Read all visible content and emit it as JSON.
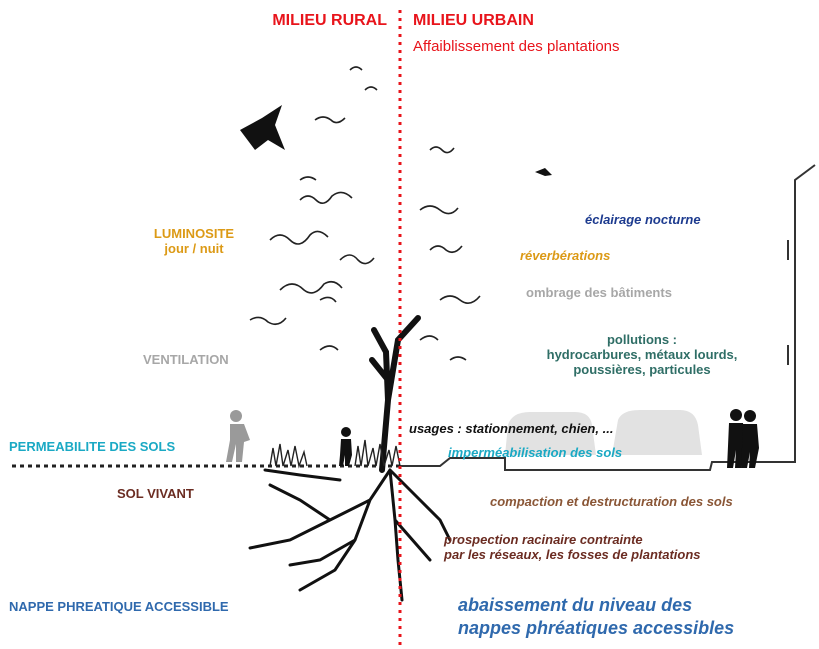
{
  "header": {
    "rural": "MILIEU RURAL",
    "urbain": "MILIEU URBAIN",
    "subtitle": "Affaiblissement des plantations"
  },
  "rural_labels": {
    "luminosite": "LUMINOSITE",
    "jour_nuit": "jour / nuit",
    "ventilation": "VENTILATION",
    "permeabilite": "PERMEABILITE DES SOLS",
    "sol_vivant": "SOL VIVANT",
    "nappe": "NAPPE PHREATIQUE ACCESSIBLE"
  },
  "urban_labels": {
    "eclairage": "éclairage nocturne",
    "reverberations": "réverbérations",
    "ombrage": "ombrage des bâtiments",
    "pollutions_title": "pollutions :",
    "pollutions_line1": "hydrocarbures, métaux lourds,",
    "pollutions_line2": "poussières, particules",
    "usages": "usages : stationnement, chien, ...",
    "impermeabilisation": "imperméabilisation des sols",
    "compaction": "compaction et destructuration des sols",
    "prospection_line1": "prospection racinaire contrainte",
    "prospection_line2": "par les réseaux, les fosses de plantations",
    "abaissement_line1": "abaissement du niveau des",
    "abaissement_line2": "nappes phréatiques accessibles"
  },
  "colors": {
    "red": "#e8141b",
    "orange": "#dc9a16",
    "grey": "#a7a7a7",
    "cyan": "#1aa9c4",
    "brown": "#6b2c22",
    "blue_nappe": "#2f69ad",
    "navy": "#1d3b8f",
    "teal": "#2f6e66",
    "brown_light": "#8a5636"
  }
}
